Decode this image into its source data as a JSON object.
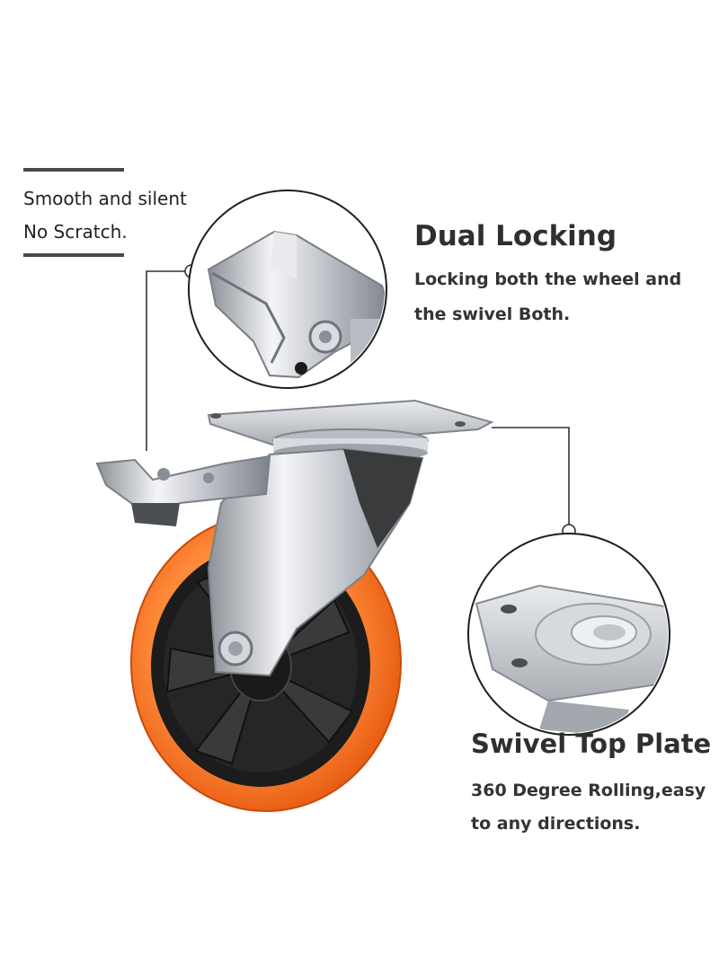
{
  "callout_left": {
    "line1": "Smooth and silent",
    "line2": "No Scratch."
  },
  "feature_locking": {
    "title": "Dual Locking",
    "line1": "Locking both the wheel and",
    "line2": "the swivel Both."
  },
  "feature_swivel": {
    "title": "Swivel Top Plate",
    "line1": "360 Degree Rolling,easy",
    "line2": "to any directions."
  },
  "colors": {
    "wheel_tread": "#f26a1b",
    "hub": "#1c1c1c",
    "metal": "#c9ccd1",
    "text": "#2f2f2f"
  }
}
